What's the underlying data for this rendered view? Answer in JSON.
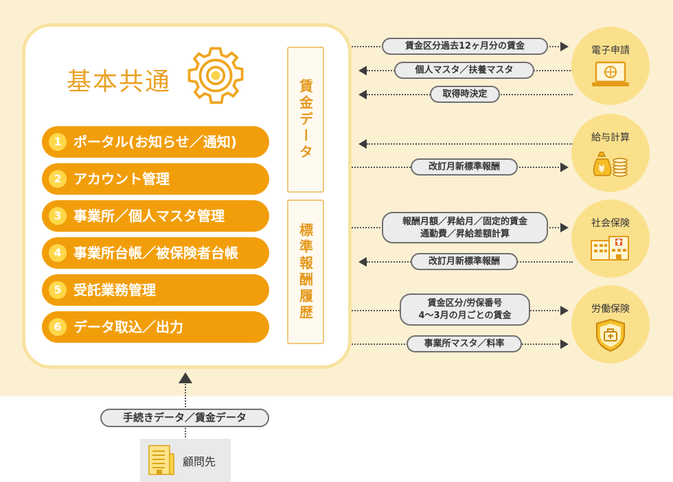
{
  "main": {
    "title": "基本共通",
    "functions": [
      {
        "num": "1",
        "label": "ポータル(お知らせ／通知)"
      },
      {
        "num": "2",
        "label": "アカウント管理"
      },
      {
        "num": "3",
        "label": "事業所／個人マスタ管理"
      },
      {
        "num": "4",
        "label": "事業所台帳／被保険者台帳"
      },
      {
        "num": "5",
        "label": "受託業務管理"
      },
      {
        "num": "6",
        "label": "データ取込／出力"
      }
    ],
    "side_boxes": [
      "賃金データ",
      "標準報酬履歴"
    ]
  },
  "flows": {
    "f1": "賃金区分過去12ヶ月分の賃金",
    "f2": "個人マスタ／扶養マスタ",
    "f3": "取得時決定",
    "f4": "改訂月新標準報酬",
    "f5_line1": "報酬月額／昇給月／固定的賃金",
    "f5_line2": "通勤費／昇給差額計算",
    "f6": "改訂月新標準報酬",
    "f7_line1": "賃金区分/労保番号",
    "f7_line2": "4～3月の月ごとの賃金",
    "f8": "事業所マスタ／料率",
    "upload": "手続きデータ／賃金データ"
  },
  "systems": {
    "s1": "電子申請",
    "s2": "給与計算",
    "s3": "社会保険",
    "s4": "労働保険"
  },
  "client": {
    "name": "顧問先"
  },
  "colors": {
    "accent": "#f29e0b",
    "circle": "#fbe08c",
    "background": "#fcf0d2"
  },
  "icons": [
    "gear-icon",
    "laptop-icon",
    "money-bag-icon",
    "hospital-icon",
    "shield-icon",
    "building-icon"
  ]
}
